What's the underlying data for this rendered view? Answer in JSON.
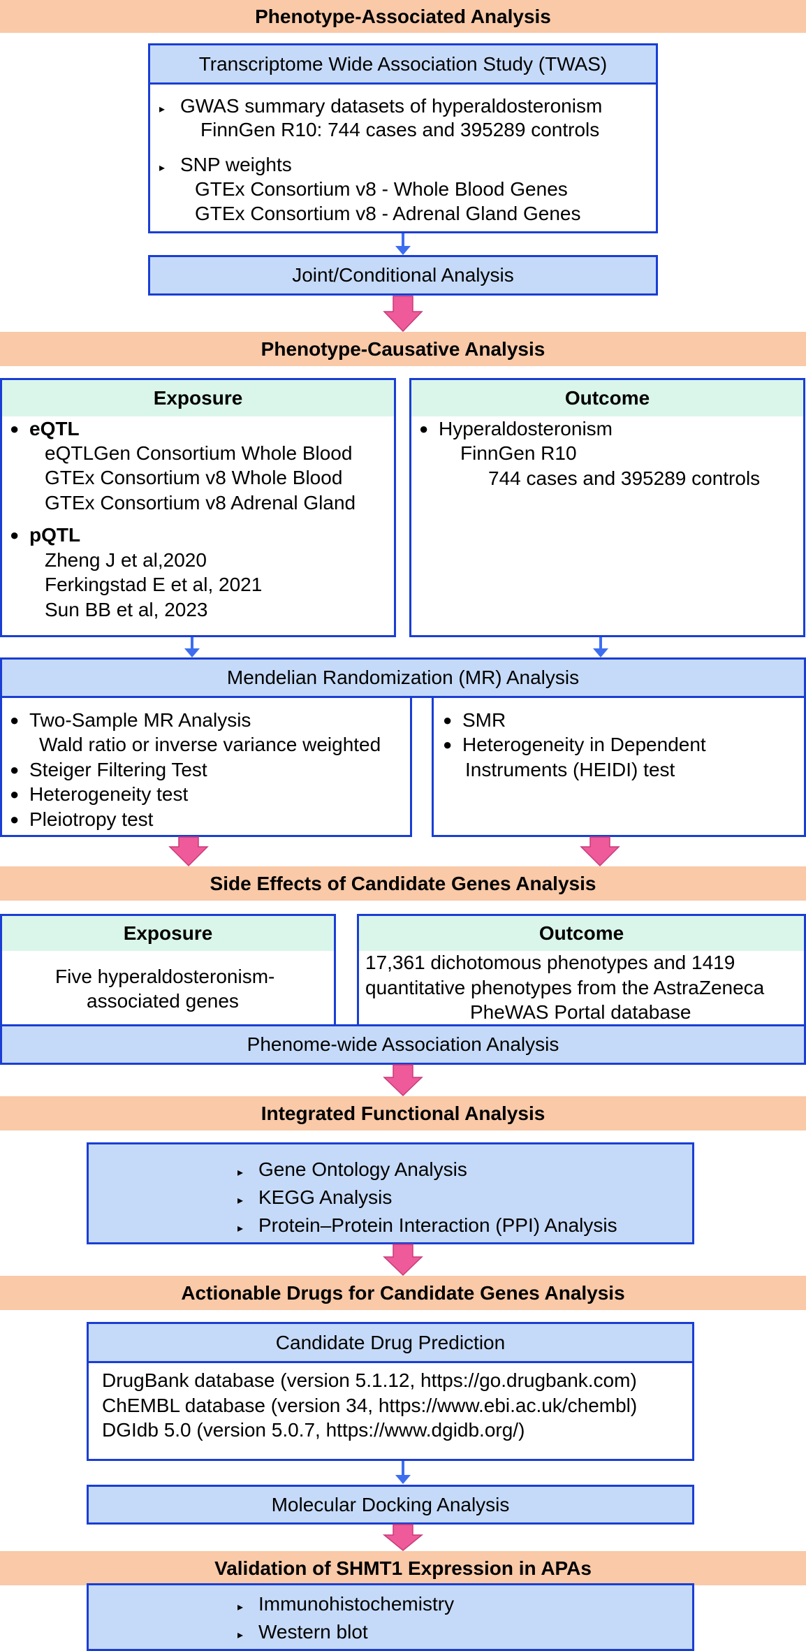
{
  "sections": {
    "phenotype_associated": "Phenotype-Associated Analysis",
    "phenotype_causative": "Phenotype-Causative Analysis",
    "side_effects": "Side Effects of Candidate Genes Analysis",
    "integrated_functional": "Integrated Functional Analysis",
    "actionable_drugs": "Actionable Drugs for Candidate Genes Analysis",
    "validation": "Validation of SHMT1 Expression in APAs"
  },
  "twas": {
    "title": "Transcriptome Wide Association Study (TWAS)",
    "bullet1": "GWAS summary datasets of hyperaldosteronism",
    "bullet1_sub": "FinnGen R10: 744 cases and 395289 controls",
    "bullet2": "SNP weights",
    "bullet2_sub1": "GTEx Consortium v8 - Whole Blood Genes",
    "bullet2_sub2": "GTEx Consortium v8 - Adrenal Gland Genes"
  },
  "joint_conditional": "Joint/Conditional Analysis",
  "causative": {
    "exposure_title": "Exposure",
    "eqtl": "eQTL",
    "eqtl_items": [
      "eQTLGen Consortium Whole Blood",
      "GTEx Consortium v8 Whole Blood",
      "GTEx Consortium v8 Adrenal Gland"
    ],
    "pqtl": "pQTL",
    "pqtl_items": [
      "Zheng J et al,2020",
      "Ferkingstad E et al, 2021",
      "Sun BB et al, 2023"
    ],
    "outcome_title": "Outcome",
    "outcome_item": "Hyperaldosteronism",
    "outcome_sub1": "FinnGen R10",
    "outcome_sub2": "744 cases and 395289 controls"
  },
  "mr": {
    "title": "Mendelian Randomization (MR) Analysis",
    "left_items": [
      "Two-Sample MR Analysis",
      "Steiger Filtering Test",
      "Heterogeneity test",
      "Pleiotropy test"
    ],
    "left_sub": "Wald ratio or inverse variance weighted",
    "right_items": [
      "SMR",
      "Heterogeneity in Dependent"
    ],
    "right_sub": "Instruments (HEIDI) test"
  },
  "side": {
    "exposure_title": "Exposure",
    "exposure_text1": "Five hyperaldosteronism-",
    "exposure_text2": "associated genes",
    "outcome_title": "Outcome",
    "outcome_text1": "17,361 dichotomous phenotypes and 1419",
    "outcome_text2": "quantitative phenotypes from the AstraZeneca",
    "outcome_text3": "PheWAS Portal database",
    "phewas": "Phenome-wide Association Analysis"
  },
  "functional_items": [
    "Gene Ontology Analysis",
    "KEGG Analysis",
    "Protein–Protein Interaction (PPI) Analysis"
  ],
  "drugs": {
    "title": "Candidate Drug Prediction",
    "items": [
      "DrugBank database (version 5.1.12, https://go.drugbank.com)",
      "ChEMBL database (version 34, https://www.ebi.ac.uk/chembl)",
      "DGIdb 5.0 (version 5.0.7, https://www.dgidb.org/)"
    ],
    "docking": "Molecular Docking Analysis"
  },
  "validation_items": [
    "Immunohistochemistry",
    "Western blot"
  ],
  "glyphs": {
    "triangle": "▸",
    "bullet": "●"
  },
  "colors": {
    "section_band": "#f9c9a8",
    "box_border": "#1a3ed4",
    "box_fill": "#c5daf8",
    "exposure_fill": "#daf6ea",
    "thin_arrow": "#3d6ef0",
    "block_arrow": "#ef5a9a"
  }
}
